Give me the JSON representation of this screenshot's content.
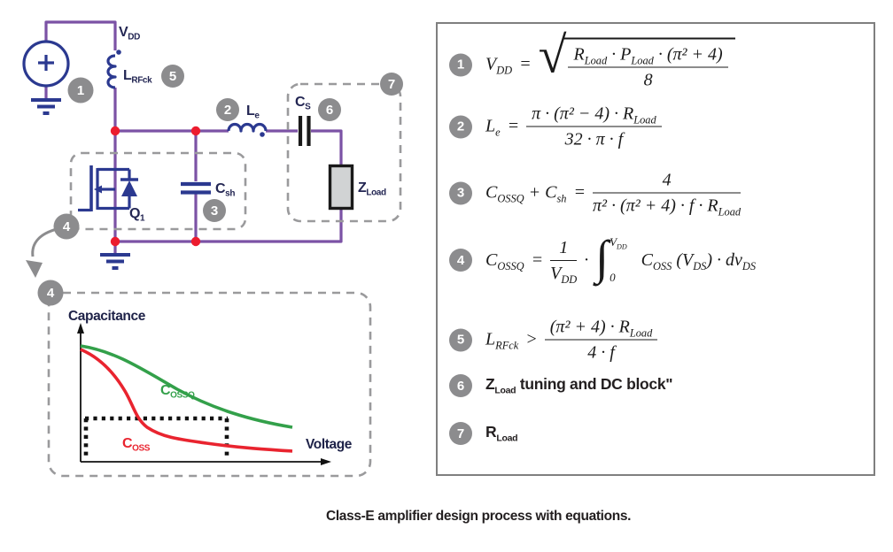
{
  "figure": {
    "caption": "Class-E amplifier design process with equations."
  },
  "colors": {
    "wire_purple": "#7b52a5",
    "component_navy": "#2b3990",
    "node_red": "#ec1c2e",
    "badge_gray": "#8c8c8e",
    "dash_gray": "#9a9a9c",
    "curve_green": "#33a04a",
    "curve_red": "#e9242f",
    "label_navy": "#232653",
    "panel_border": "#7f7f7f"
  },
  "circuit": {
    "badge_numbers": {
      "n1": "1",
      "n2": "2",
      "n3": "3",
      "n4": "4",
      "n5": "5",
      "n6": "6",
      "n7": "7"
    },
    "labels": {
      "vdd": {
        "base": "V",
        "sub": "DD"
      },
      "lrfck": {
        "base": "L",
        "sub": "RFck"
      },
      "le": {
        "base": "L",
        "sub": "e"
      },
      "cs": {
        "base": "C",
        "sub": "S"
      },
      "csh": {
        "base": "C",
        "sub": "sh"
      },
      "q1": {
        "base": "Q",
        "sub": "1"
      },
      "zload": {
        "base": "Z",
        "sub": "Load"
      }
    }
  },
  "inset_chart": {
    "type": "line",
    "xlabel": "Voltage",
    "ylabel": "Capacitance",
    "series": [
      {
        "name": "COSSQ",
        "label_base": "C",
        "label_sub": "OSSQ",
        "color": "#33a04a"
      },
      {
        "name": "COSS",
        "label_base": "C",
        "label_sub": "OSS",
        "color": "#e9242f"
      }
    ]
  },
  "panel": {
    "eq1": {
      "n": "1",
      "lhs": "V",
      "lhs_sub": "DD",
      "rel": "=",
      "radical": "√",
      "r": "R",
      "r_sub": "Load",
      "d1": "·",
      "p": "P",
      "p_sub": "Load",
      "rest": "· (π² + 4)",
      "den": "8"
    },
    "eq2": {
      "n": "2",
      "lhs": "L",
      "lhs_sub": "e",
      "rel": "=",
      "num_pre": "π · (π² − 4) ·",
      "r": "R",
      "r_sub": "Load",
      "den": "32 · π · f"
    },
    "eq3": {
      "n": "3",
      "a": "C",
      "a_sub": "OSSQ",
      "plus": "+",
      "b": "C",
      "b_sub": "sh",
      "rel": "=",
      "num": "4",
      "den_pre": "π² · (π² + 4) · f ·",
      "r": "R",
      "r_sub": "Load"
    },
    "eq4": {
      "n": "4",
      "lhs": "C",
      "lhs_sub": "OSSQ",
      "rel": "=",
      "fnum": "1",
      "fden": "V",
      "fden_sub": "DD",
      "dot": "·",
      "int": "∫",
      "top": "V",
      "top_sub": "DD",
      "bot": "0",
      "b1": "C",
      "b1s": "OSS",
      "b2": "(V",
      "b2s": "DS",
      "b3": ") · dv",
      "b3s": "DS"
    },
    "eq5": {
      "n": "5",
      "lhs": "L",
      "lhs_sub": "RFck",
      "rel": ">",
      "num_pre": "(π² + 4) ·",
      "r": "R",
      "r_sub": "Load",
      "den": "4 · f"
    },
    "eq6": {
      "n": "6",
      "z": "Z",
      "z_sub": "Load",
      "text": " tuning and DC block\""
    },
    "eq7": {
      "n": "7",
      "r": "R",
      "r_sub": "Load"
    }
  }
}
